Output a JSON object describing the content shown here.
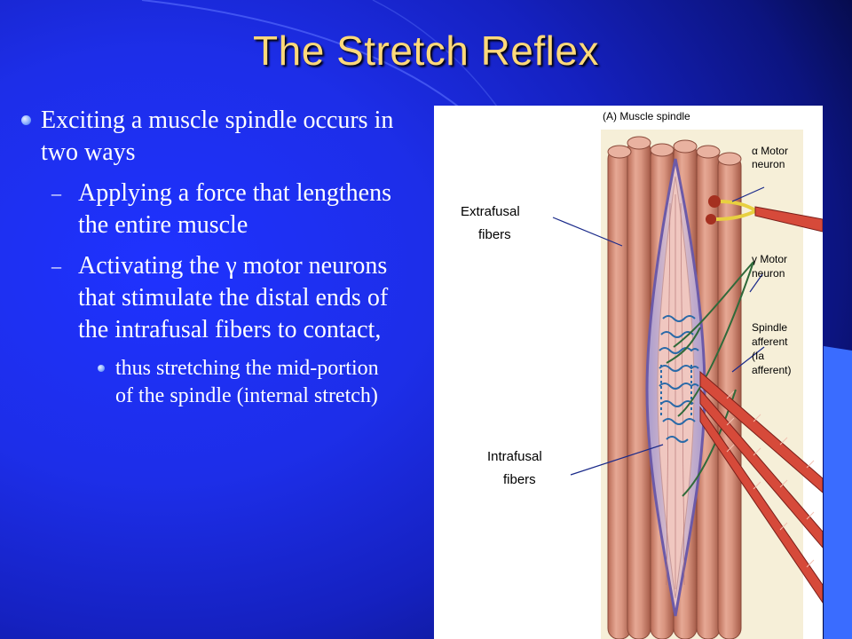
{
  "slide": {
    "title": "The Stretch Reflex",
    "bullets": [
      {
        "level": 1,
        "text": "Exciting a muscle spindle occurs in two ways"
      },
      {
        "level": 2,
        "text": "Applying a force that lengthens the entire muscle"
      },
      {
        "level": 2,
        "text": "Activating the γ motor neurons that stimulate the distal ends of the intrafusal fibers to contact,"
      },
      {
        "level": 3,
        "text": "thus stretching the mid-portion of the spindle (internal stretch)"
      }
    ]
  },
  "figure": {
    "caption": "(A) Muscle spindle",
    "labels": {
      "alpha_motor_1": "α Motor",
      "alpha_motor_2": "neuron",
      "gamma_motor_1": "γ Motor",
      "gamma_motor_2": "neuron",
      "spindle_afferent_1": "Spindle",
      "spindle_afferent_2": "afferent",
      "spindle_afferent_3": "(Ia",
      "spindle_afferent_4": "afferent)",
      "extrafusal_1": "Extrafusal",
      "extrafusal_2": "fibers",
      "intrafusal_1": "Intrafusal",
      "intrafusal_2": "fibers"
    }
  },
  "colors": {
    "title": "#ffd97a",
    "background": "#1d2ee8",
    "side_accent": "#3a6cff"
  }
}
